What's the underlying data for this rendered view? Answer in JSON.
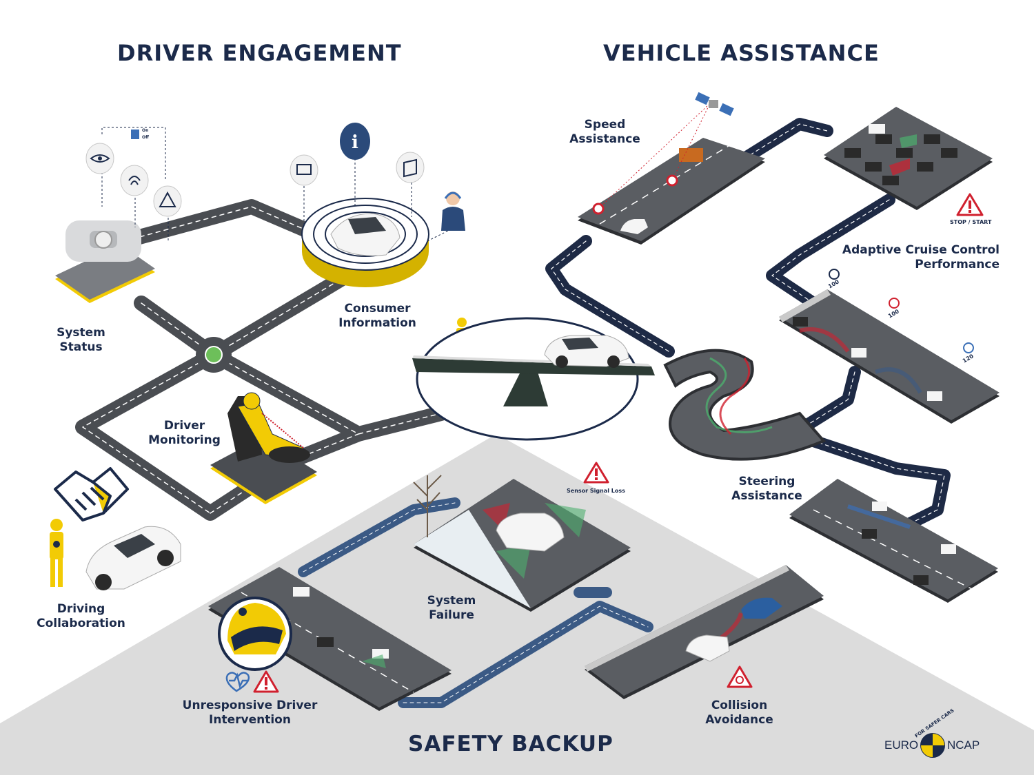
{
  "sections": {
    "driver_engagement": "DRIVER ENGAGEMENT",
    "vehicle_assistance": "VEHICLE ASSISTANCE",
    "safety_backup": "SAFETY BACKUP"
  },
  "nodes": {
    "system_status": [
      "System",
      "Status"
    ],
    "consumer_information": [
      "Consumer",
      "Information"
    ],
    "driver_monitoring": [
      "Driver",
      "Monitoring"
    ],
    "driving_collaboration": [
      "Driving",
      "Collaboration"
    ],
    "speed_assistance": [
      "Speed",
      "Assistance"
    ],
    "adaptive_cruise_control": [
      "Adaptive Cruise Control",
      "Performance"
    ],
    "steering_assistance": [
      "Steering",
      "Assistance"
    ],
    "system_failure": [
      "System",
      "Failure"
    ],
    "unresponsive_driver": [
      "Unresponsive Driver",
      "Intervention"
    ],
    "collision_avoidance": [
      "Collision",
      "Avoidance"
    ]
  },
  "small_labels": {
    "stop_start": "STOP / START",
    "sensor_signal_loss": "Sensor Signal Loss",
    "on": "On",
    "off": "Off",
    "speed_100a": "100",
    "speed_100b": "100",
    "speed_120": "120"
  },
  "logo": {
    "left": "EURO",
    "right": "NCAP",
    "arc": "FOR SAFER CARS"
  },
  "colors": {
    "navy": "#1b2a4a",
    "yellow": "#f2cb05",
    "road_grey": "#5a5d62",
    "road_blue": "#1e2a45",
    "safety_zone": "#dcdcdc",
    "alert_red": "#d0202e",
    "sensor_green": "#4caf6e"
  },
  "icons": [
    "eye-icon",
    "fingerprint-icon",
    "warning-icon",
    "info-icon",
    "monitor-icon",
    "book-icon",
    "operator-icon",
    "satellite-icon",
    "handshake-icon",
    "heart-monitor-icon",
    "crash-dummy-icon",
    "balance-scale-icon",
    "tree-icon",
    "speedometer-icon"
  ]
}
